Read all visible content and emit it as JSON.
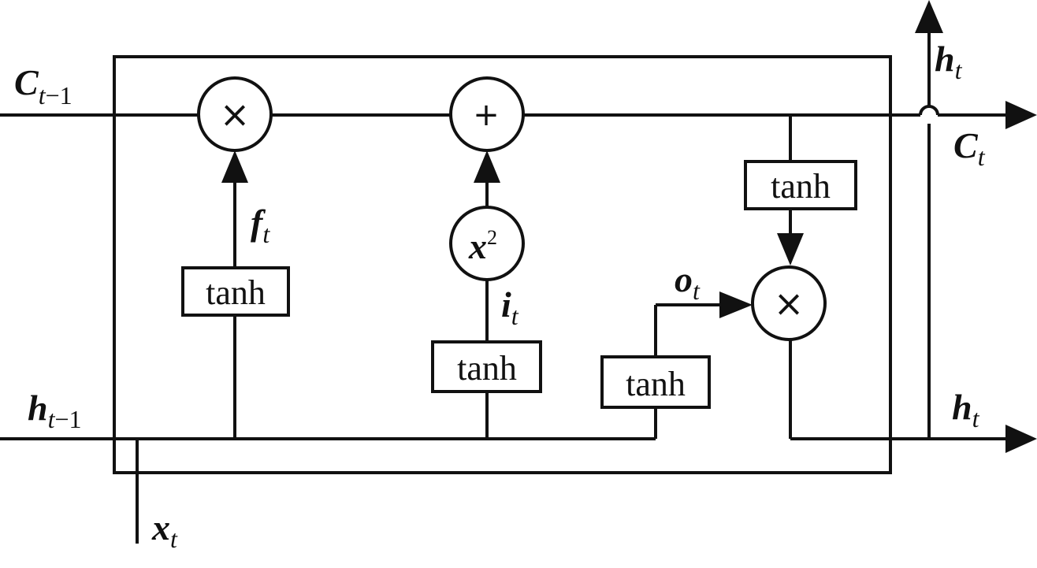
{
  "nodes": {
    "forget_mult": "×",
    "add": "+",
    "square_main": "x",
    "square_sup": "2",
    "output_mult": "×"
  },
  "boxes": {
    "forget": "tanh",
    "input": "tanh",
    "output_gate": "tanh",
    "cell_out": "tanh"
  },
  "labels": {
    "c_prev": {
      "main": "C",
      "sub": "t",
      "subnum": "−1"
    },
    "h_prev": {
      "main": "h",
      "sub": "t",
      "subnum": "−1"
    },
    "x_t": {
      "main": "x",
      "sub": "t"
    },
    "f_t": {
      "main": "f",
      "sub": "t"
    },
    "i_t": {
      "main": "i",
      "sub": "t"
    },
    "o_t": {
      "main": "o",
      "sub": "t"
    },
    "c_t": {
      "main": "C",
      "sub": "t"
    },
    "h_t_top": {
      "main": "h",
      "sub": "t"
    },
    "h_t_right": {
      "main": "h",
      "sub": "t"
    }
  }
}
